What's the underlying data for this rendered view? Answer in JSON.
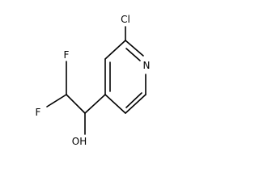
{
  "molecule": {
    "atoms": {
      "chlorine": "Cl",
      "nitrogen": "N",
      "fluorine_top": "F",
      "fluorine_left": "F",
      "hydroxyl": "OH"
    },
    "colors": {
      "bond": "#000000",
      "text": "#000000",
      "background": "#ffffff"
    }
  }
}
